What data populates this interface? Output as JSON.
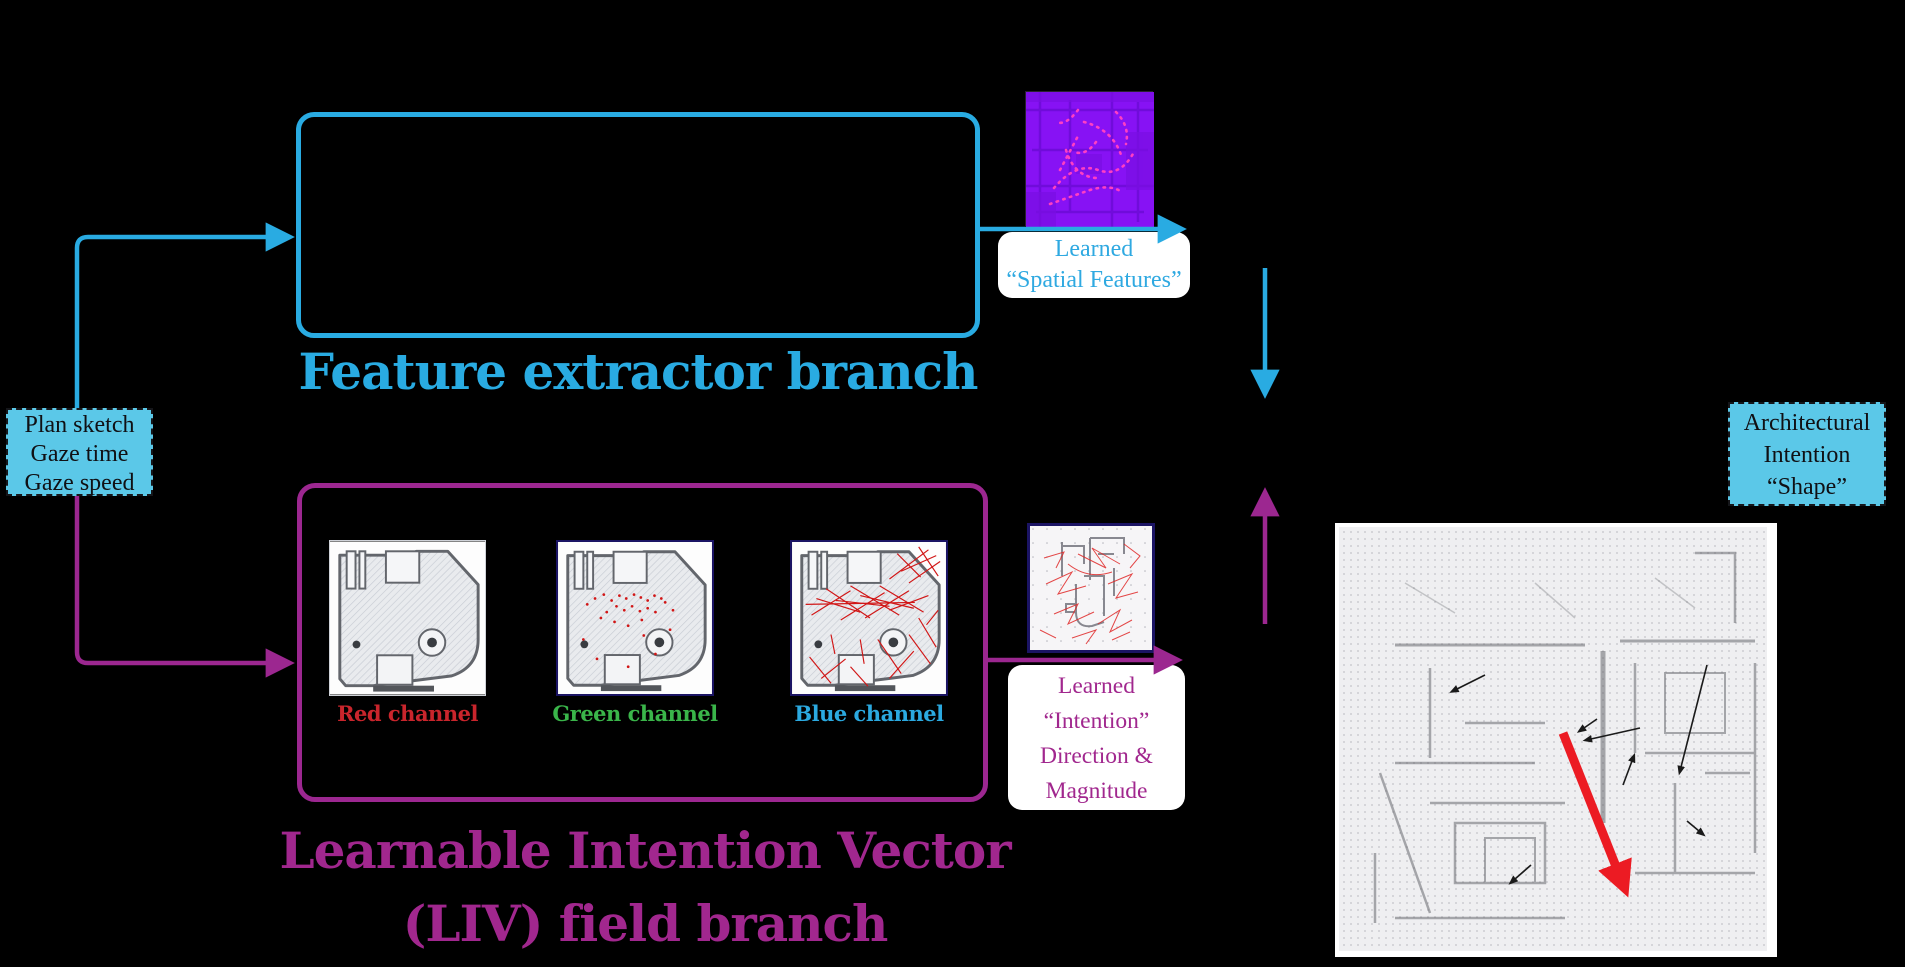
{
  "figure": {
    "input_box": {
      "lines": [
        "Plan sketch",
        "Gaze time",
        "Gaze speed"
      ]
    },
    "feature_branch": {
      "title": "Feature extractor branch",
      "output_label": [
        "Learned",
        "“Spatial Features”"
      ],
      "feature_map_name": "spatial-feature-map"
    },
    "liv_branch": {
      "title": [
        "Learnable Intention Vector",
        "(LIV) field branch"
      ],
      "channel_labels": [
        "Red channel",
        "Green channel",
        "Blue channel"
      ],
      "output_label": [
        "Learned",
        "“Intention”",
        "Direction &",
        "Magnitude"
      ],
      "field_map_name": "intention-field-map"
    },
    "result_box": {
      "lines": [
        "Architectural",
        "Intention",
        "“Shape”"
      ]
    },
    "result_image_name": "intention-shape-floorplan",
    "colors": {
      "cyan": "#29ABE2",
      "cyan_fill": "#5BC8E8",
      "magenta": "#9C2790",
      "magenta_text": "#A1278E",
      "red_caption": "#C9252C",
      "green_caption": "#3AB54A",
      "blue_caption": "#2BA9E0",
      "red_arrow": "#EC1B23"
    }
  }
}
